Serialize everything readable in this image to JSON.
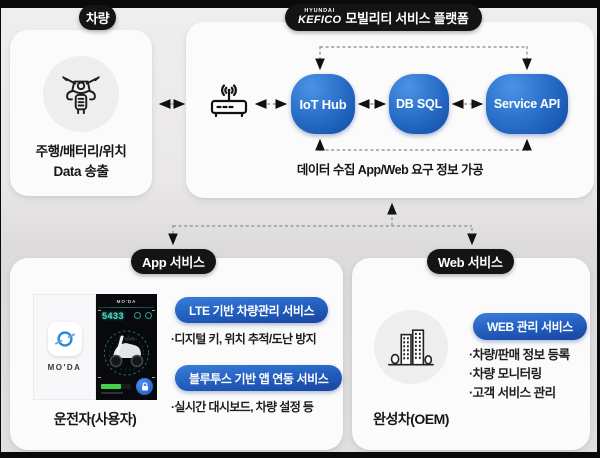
{
  "vehicle": {
    "tag": "차량",
    "icon": "scooter-icon",
    "caption_line1": "주행/배터리/위치",
    "caption_line2": "Data 송출"
  },
  "platform": {
    "brand_top": "HYUNDAI",
    "brand_name": "KEFICO",
    "tag_text": "모빌리티 서비스 플랫폼",
    "nodes": [
      {
        "label": "IoT Hub"
      },
      {
        "label": "DB SQL"
      },
      {
        "label": "Service API"
      }
    ],
    "router_icon": "wifi-router-icon",
    "caption": "데이터 수집 App/Web 요구 정보 가공"
  },
  "app_service": {
    "tag": "App 서비스",
    "phone_light": {
      "logo_text": "MO'DA"
    },
    "phone_dark": {
      "header": "MO'DA",
      "odometer": "5433"
    },
    "items": [
      {
        "pill": "LTE 기반 차량관리 서비스",
        "desc": "·디지털 키, 위치 추적/도난 방지"
      },
      {
        "pill": "블루투스 기반 앱 연동 서비스",
        "desc": "·실시간 대시보드, 차량 설정 등"
      }
    ],
    "caption": "운전자(사용자)"
  },
  "web_service": {
    "tag": "Web 서비스",
    "pill": "WEB 관리 서비스",
    "bullets": [
      "·차량/판매 정보 등록",
      "·차량 모니터링",
      "·고객 서비스 관리"
    ],
    "caption": "완성차(OEM)"
  },
  "colors": {
    "tag_black": "#141414",
    "node_blue": "#1d5cb4",
    "pill_blue": "#2563c4",
    "bg_gray": "#e7e5e5",
    "panel_white": "#fbfbfb",
    "teal": "#4de0cf",
    "green": "#3fd24a"
  }
}
